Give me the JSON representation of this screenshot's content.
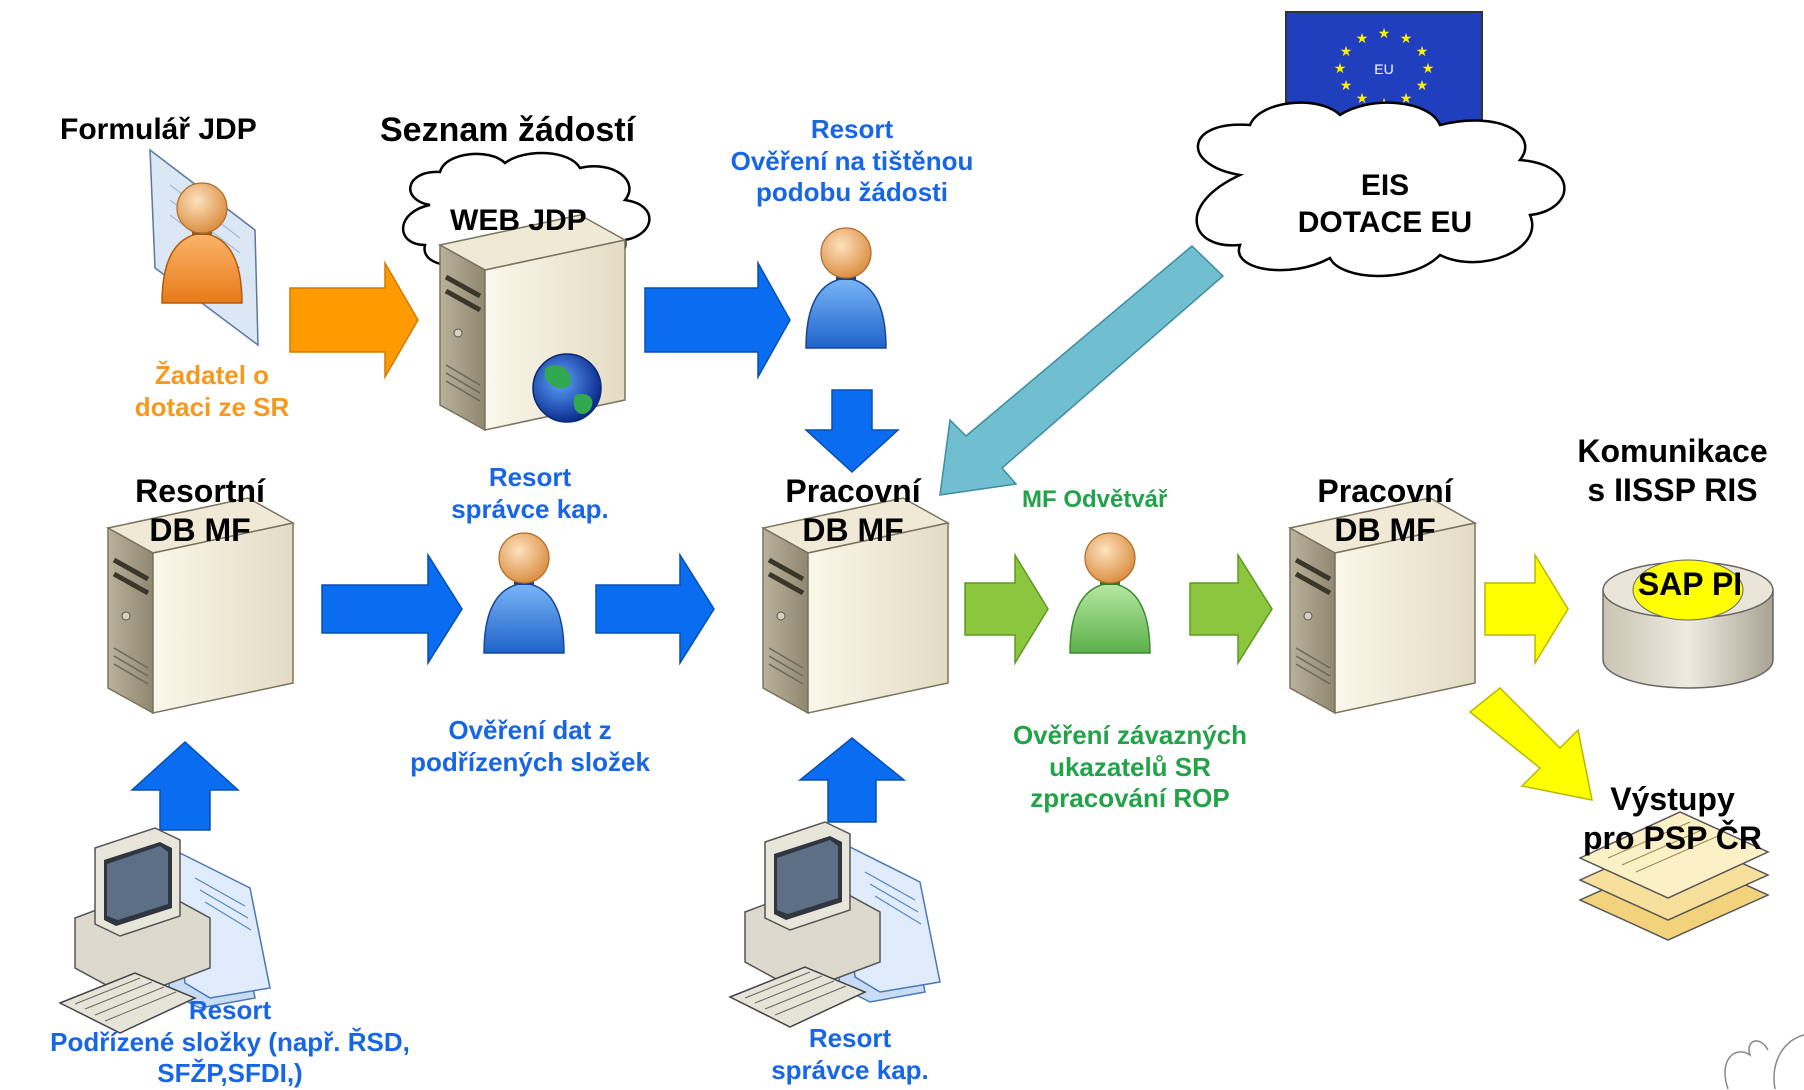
{
  "diagram": {
    "labels": {
      "formular_jdp": "Formulář JDP",
      "seznam_zadosti": "Seznam žádostí",
      "web_jdp": "WEB JDP",
      "resort_overeni": [
        "Resort",
        "Ověření na tištěnou",
        "podobu žádosti"
      ],
      "zadatel": [
        "Žadatel o",
        "dotaci ze SR"
      ],
      "eu_flag_text": "EU",
      "eis_cloud": [
        "EIS",
        "DOTACE EU"
      ],
      "resortni_db": [
        "Resortní",
        "DB MF"
      ],
      "resort_spravce_top": [
        "Resort",
        "správce kap."
      ],
      "pracovni_db_1": [
        "Pracovní",
        "DB MF"
      ],
      "mf_odvetvar": "MF Odvětvář",
      "pracovni_db_2": [
        "Pracovní",
        "DB MF"
      ],
      "komunikace": [
        "Komunikace",
        "s IISSP RIS"
      ],
      "sap_pi": "SAP PI",
      "overeni_dat": [
        "Ověření dat z",
        "podřízených složek"
      ],
      "overeni_zavaznych": [
        "Ověření závazných",
        "ukazatelů SR",
        "zpracování ROP"
      ],
      "vystupy": [
        "Výstupy",
        "pro PSP ČR"
      ],
      "resort_podrizene": [
        "Resort",
        "Podřízené složky (např. ŘSD,",
        "SFŽP,SFDI,)"
      ],
      "resort_spravce_bottom": [
        "Resort",
        "správce kap."
      ]
    },
    "colors": {
      "arrow_orange": "#ff9a00",
      "arrow_blue": "#0a6cf0",
      "arrow_green": "#8cc63e",
      "arrow_yellow": "#ffff00",
      "arrow_teal": "#6fbfd1",
      "person_orange": "#f6a24a",
      "person_blue": "#3f8fe8",
      "person_green": "#8fd27a",
      "eu_blue": "#1f3fbf",
      "eu_star": "#ffee00"
    }
  }
}
